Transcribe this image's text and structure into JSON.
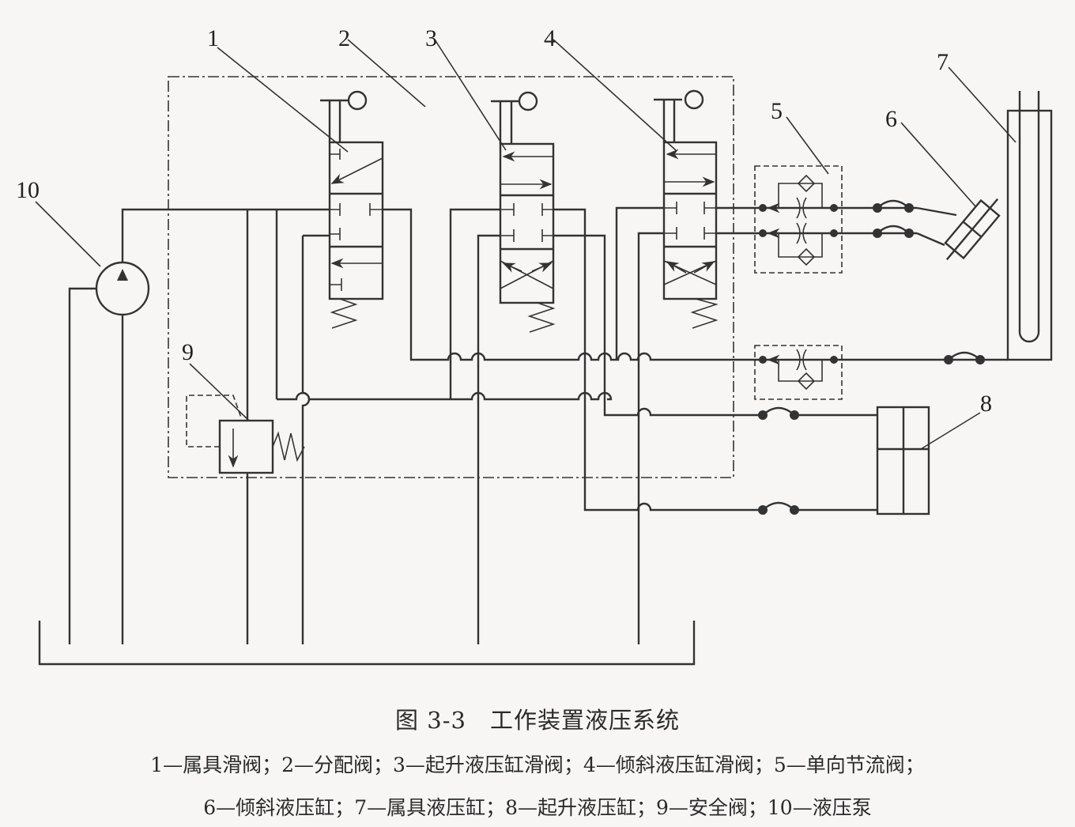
{
  "labels": [
    "1",
    "2",
    "3",
    "4",
    "5",
    "6",
    "7",
    "8",
    "9",
    "10"
  ],
  "caption": "图 3-3　工作装置液压系统",
  "legend_line1": "1—属具滑阀；2—分配阀；3—起升液压缸滑阀；4—倾斜液压缸滑阀；5—单向节流阀；",
  "legend_line2": "6—倾斜液压缸；7—属具液压缸；8—起升液压缸；9—安全阀；10—液压泵"
}
